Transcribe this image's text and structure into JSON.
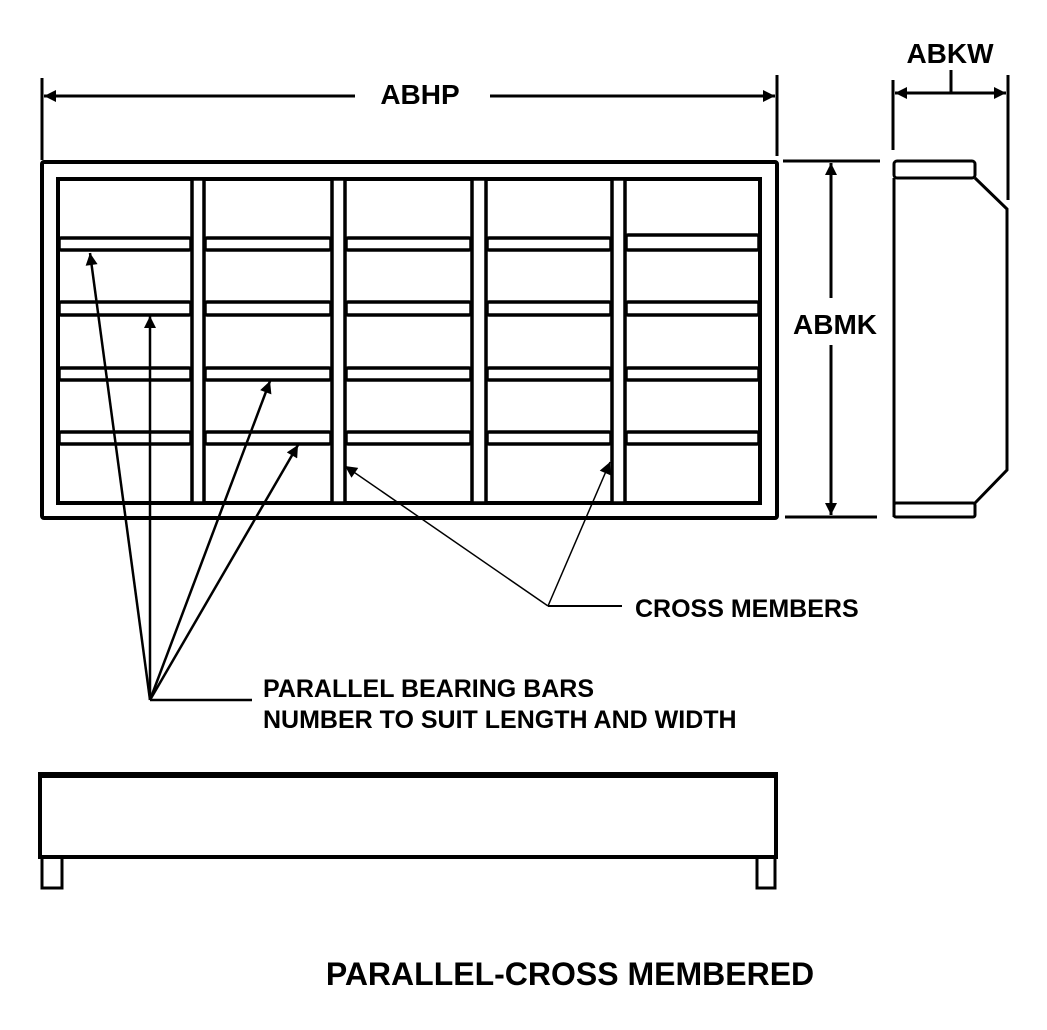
{
  "dimensions": {
    "length_label": "ABHP",
    "width_label": "ABMK",
    "depth_label": "ABKW"
  },
  "callouts": {
    "cross_members": "CROSS MEMBERS",
    "bearing_bars_line1": "PARALLEL BEARING BARS",
    "bearing_bars_line2": "NUMBER TO SUIT LENGTH AND WIDTH"
  },
  "title": "PARALLEL-CROSS MEMBERED",
  "colors": {
    "ink": "#000000",
    "paper": "#ffffff"
  }
}
